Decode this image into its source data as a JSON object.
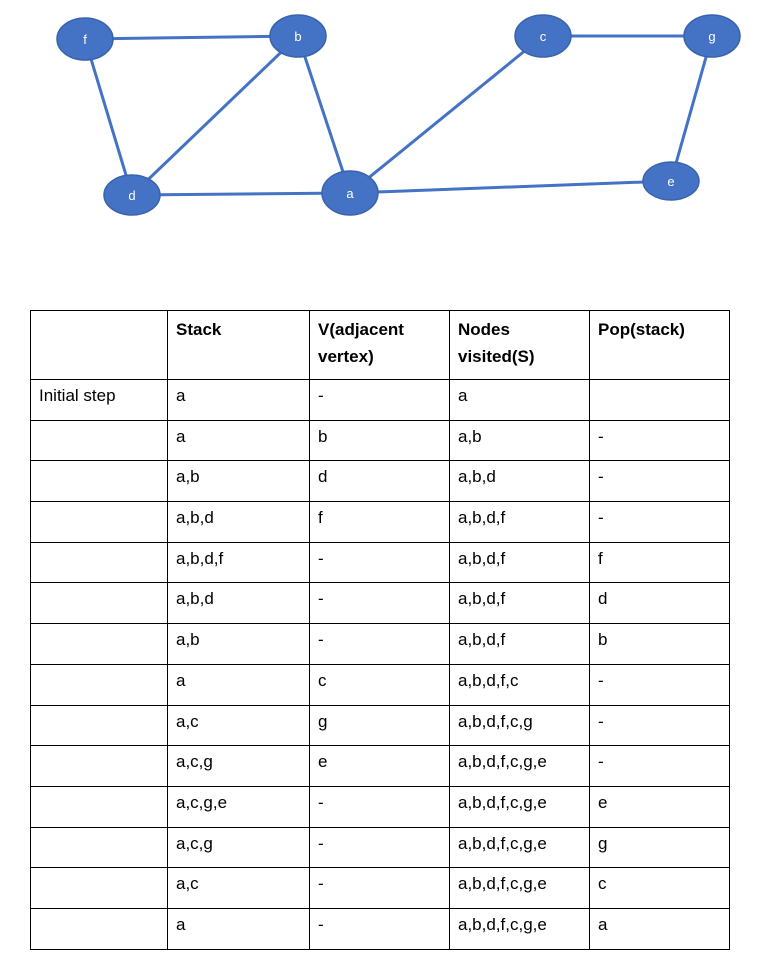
{
  "graph": {
    "node_color": "#4472C4",
    "edge_color": "#4472C4",
    "nodes": [
      {
        "id": "f",
        "label": "f"
      },
      {
        "id": "b",
        "label": "b"
      },
      {
        "id": "c",
        "label": "c"
      },
      {
        "id": "g",
        "label": "g"
      },
      {
        "id": "d",
        "label": "d"
      },
      {
        "id": "a",
        "label": "a"
      },
      {
        "id": "e",
        "label": "e"
      }
    ],
    "edges": [
      [
        "f",
        "b"
      ],
      [
        "f",
        "d"
      ],
      [
        "b",
        "d"
      ],
      [
        "b",
        "a"
      ],
      [
        "d",
        "a"
      ],
      [
        "a",
        "c"
      ],
      [
        "a",
        "e"
      ],
      [
        "c",
        "g"
      ],
      [
        "g",
        "e"
      ]
    ]
  },
  "table": {
    "headers": [
      "",
      "Stack",
      "V(adjacent vertex)",
      "Nodes visited(S)",
      "Pop(stack)"
    ],
    "rows": [
      [
        "Initial step",
        "a",
        "-",
        "a",
        ""
      ],
      [
        "",
        "a",
        "b",
        "a,b",
        "-"
      ],
      [
        "",
        "a,b",
        "d",
        "a,b,d",
        "-"
      ],
      [
        "",
        "a,b,d",
        "f",
        "a,b,d,f",
        "-"
      ],
      [
        "",
        "a,b,d,f",
        "-",
        "a,b,d,f",
        "f"
      ],
      [
        "",
        "a,b,d",
        "-",
        "a,b,d,f",
        "d"
      ],
      [
        "",
        "a,b",
        "-",
        "a,b,d,f",
        "b"
      ],
      [
        "",
        "a",
        "c",
        "a,b,d,f,c",
        "-"
      ],
      [
        "",
        "a,c",
        "g",
        "a,b,d,f,c,g",
        "-"
      ],
      [
        "",
        "a,c,g",
        "e",
        "a,b,d,f,c,g,e",
        "-"
      ],
      [
        "",
        "a,c,g,e",
        "-",
        "a,b,d,f,c,g,e",
        "e"
      ],
      [
        "",
        "a,c,g",
        "-",
        "a,b,d,f,c,g,e",
        "g"
      ],
      [
        "",
        "a,c",
        "-",
        "a,b,d,f,c,g,e",
        "c"
      ],
      [
        "",
        "a",
        "-",
        "a,b,d,f,c,g,e",
        "a"
      ]
    ]
  }
}
